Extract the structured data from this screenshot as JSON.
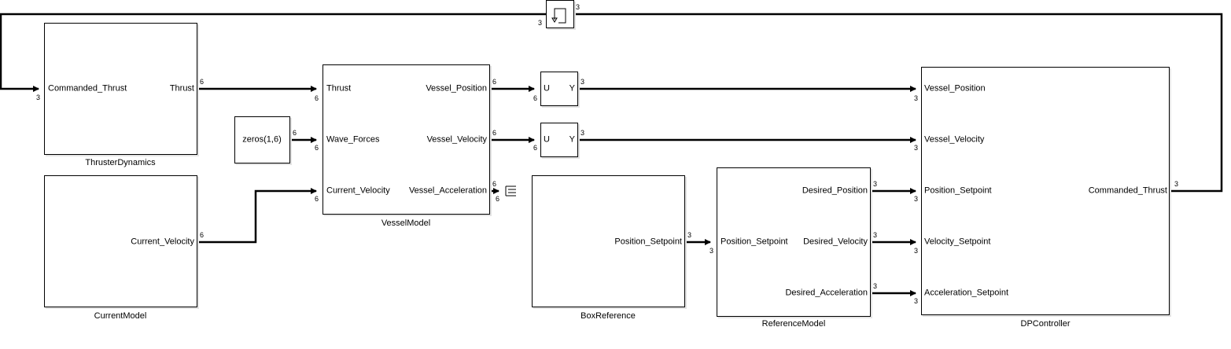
{
  "blocks": {
    "thruster": {
      "name": "ThrusterDynamics",
      "in": [
        "Commanded_Thrust"
      ],
      "out": [
        "Thrust"
      ]
    },
    "current": {
      "name": "CurrentModel",
      "out": [
        "Current_Velocity"
      ]
    },
    "zeros": {
      "label": "zeros(1,6)"
    },
    "vessel": {
      "name": "VesselModel",
      "in": [
        "Thrust",
        "Wave_Forces",
        "Current_Velocity"
      ],
      "out": [
        "Vessel_Position",
        "Vessel_Velocity",
        "Vessel_Acceleration"
      ]
    },
    "uy1": {
      "u": "U",
      "y": "Y"
    },
    "uy2": {
      "u": "U",
      "y": "Y"
    },
    "box": {
      "name": "BoxReference",
      "out": [
        "Position_Setpoint"
      ]
    },
    "refmodel": {
      "name": "ReferenceModel",
      "in": [
        "Position_Setpoint"
      ],
      "out": [
        "Desired_Position",
        "Desired_Velocity",
        "Desired_Acceleration"
      ]
    },
    "dp": {
      "name": "DPController",
      "in": [
        "Vessel_Position",
        "Vessel_Velocity",
        "Position_Setpoint",
        "Velocity_Setpoint",
        "Acceleration_Setpoint"
      ],
      "out": [
        "Commanded_Thrust"
      ]
    }
  },
  "widths": {
    "thrust_out": "6",
    "thrust_in": "6",
    "zeros_out": "6",
    "wave_in": "6",
    "cur_out": "6",
    "cur_in": "6",
    "pos_out": "6",
    "uy1_in": "6",
    "uy1_out": "3",
    "dp_pos_in": "3",
    "vel_out": "6",
    "uy2_in": "6",
    "uy2_out": "3",
    "dp_vel_in": "3",
    "acc_out": "6",
    "term_in": "6",
    "box_out": "3",
    "ref_in": "3",
    "dpos_out": "3",
    "dp_ps_in": "3",
    "dvel_out": "3",
    "dp_vs_in": "3",
    "dacc_out": "3",
    "dp_as_in": "3",
    "cmd_out": "3",
    "delay_in": "3",
    "delay_out": "3",
    "thr_cmd_in": "3"
  }
}
